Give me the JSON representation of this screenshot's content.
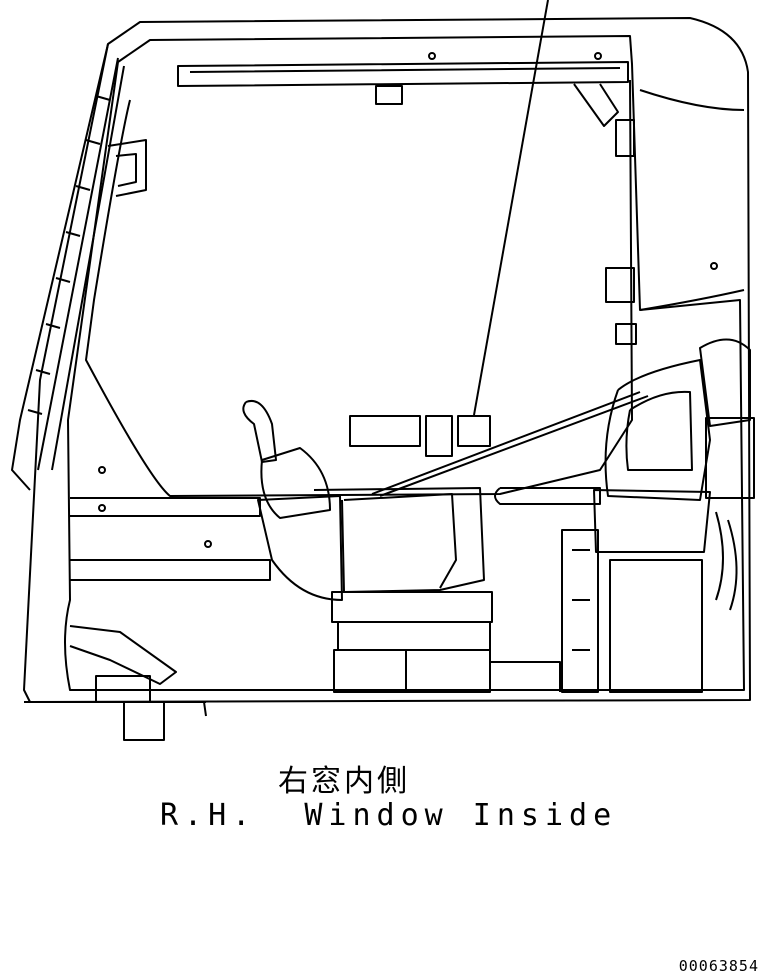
{
  "caption": {
    "japanese": "右窓内側",
    "english": "R.H.  Window Inside"
  },
  "part_number": "00063854",
  "colors": {
    "line": "#000000",
    "background": "#ffffff"
  }
}
